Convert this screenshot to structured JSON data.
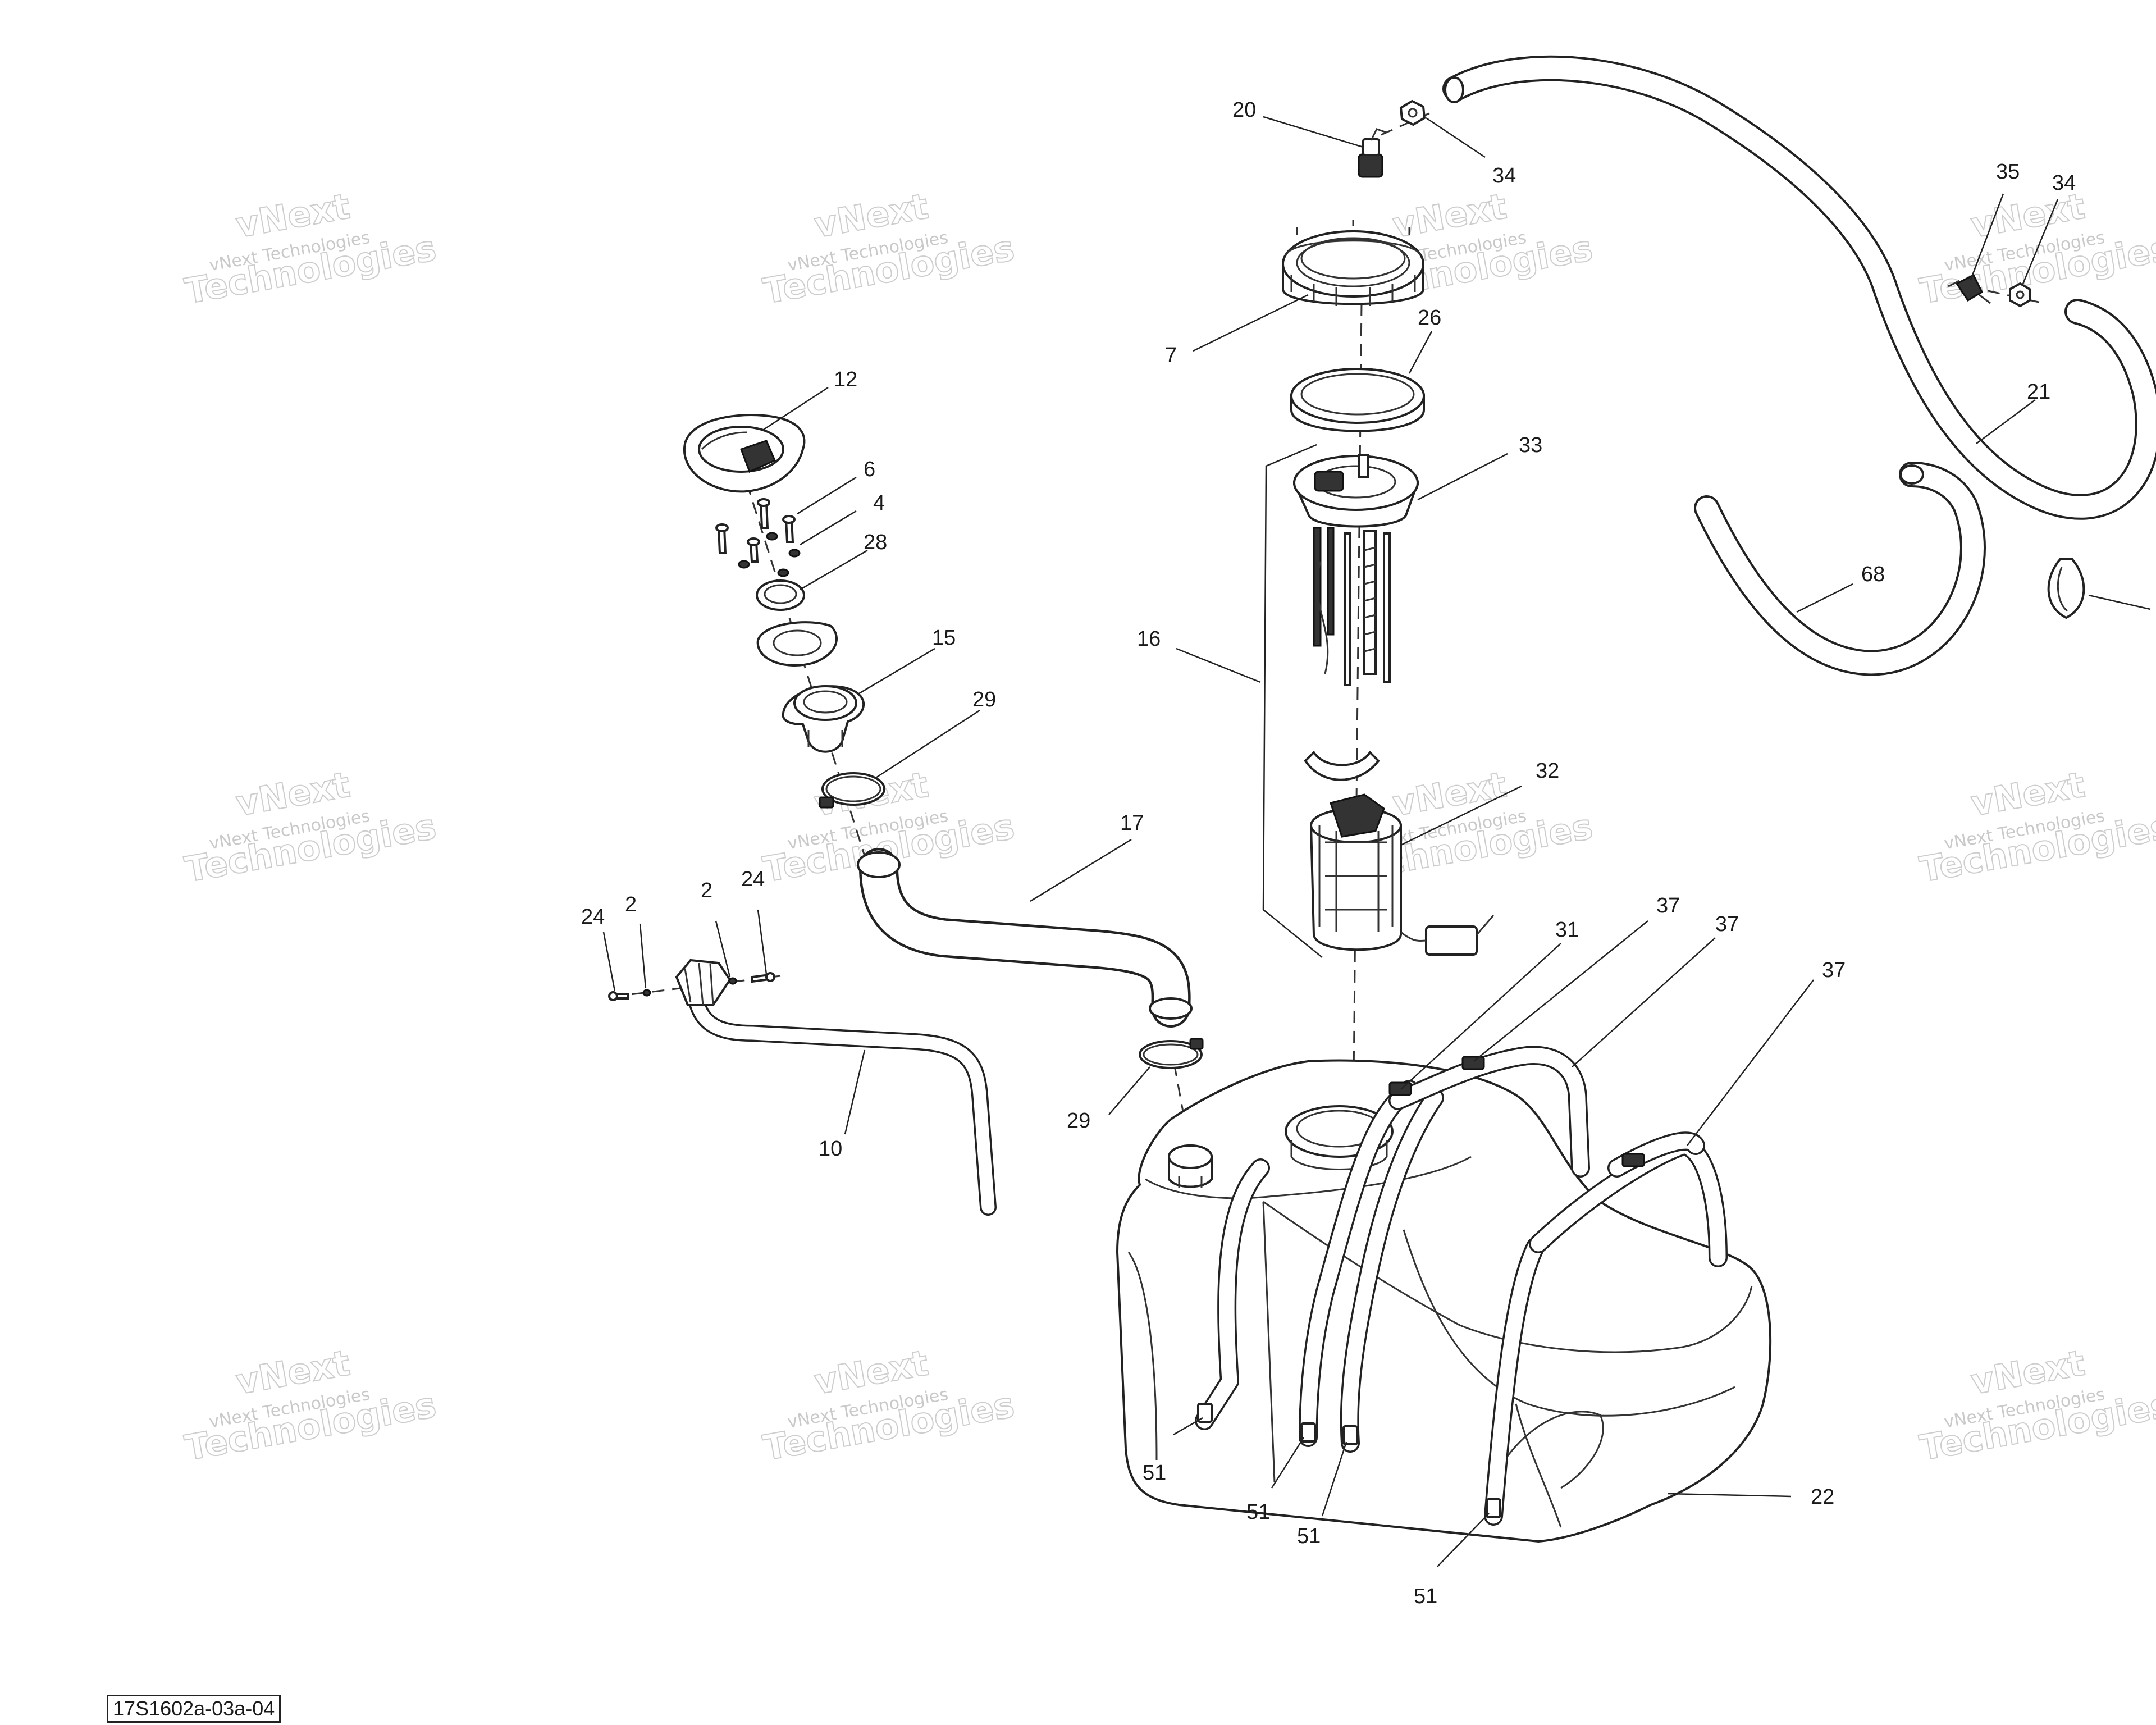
{
  "diagram": {
    "reference_code": "17S1602a-03a-04",
    "watermark": {
      "line1": "vNext Technologies",
      "line2": "vNext",
      "line3": "Technologies"
    },
    "callouts": {
      "p20": "20",
      "p34a": "34",
      "p34b": "34",
      "p35": "35",
      "p7": "7",
      "p26": "26",
      "p33": "33",
      "p21": "21",
      "p68": "68",
      "p12": "12",
      "p6": "6",
      "p4": "4",
      "p28": "28",
      "p15": "15",
      "p29a": "29",
      "p16": "16",
      "p17": "17",
      "p32": "32",
      "p24a": "24",
      "p2a": "2",
      "p2b": "2",
      "p24b": "24",
      "p31": "31",
      "p37a": "37",
      "p37b": "37",
      "p37c": "37",
      "p10": "10",
      "p29b": "29",
      "p51a": "51",
      "p51b": "51",
      "p51c": "51",
      "p51d": "51",
      "p22": "22"
    }
  }
}
